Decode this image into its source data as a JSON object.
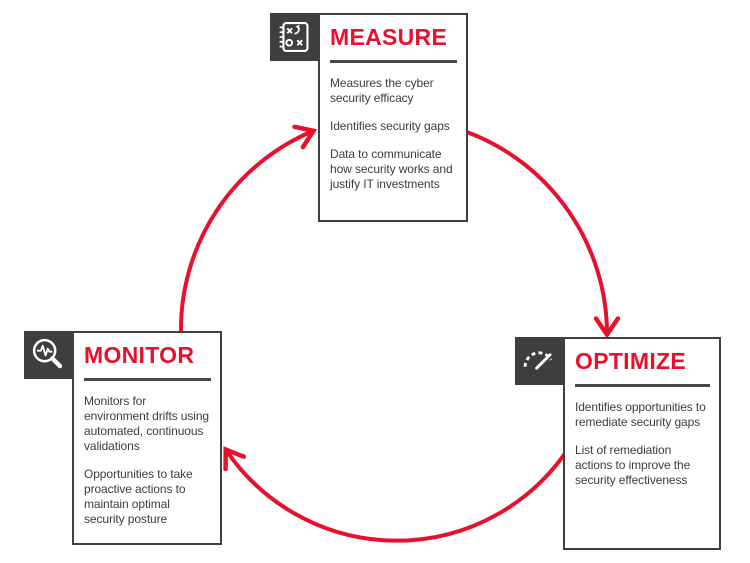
{
  "colors": {
    "accent_red": "#e8112d",
    "icon_background": "#3e3e40",
    "box_border": "#404040",
    "body_text": "#3c3c3c"
  },
  "nodes": {
    "measure": {
      "title": "MEASURE",
      "icon": "strategy-playbook-icon",
      "paragraphs": [
        "Measures the cyber security efficacy",
        "Identifies security gaps",
        "Data to communicate how security works and justify IT investments"
      ]
    },
    "optimize": {
      "title": "OPTIMIZE",
      "icon": "gauge-icon",
      "paragraphs": [
        "Identifies opportunities to remediate security gaps",
        "List of remediation actions to improve the security effectiveness"
      ]
    },
    "monitor": {
      "title": "MONITOR",
      "icon": "magnifier-pulse-icon",
      "paragraphs": [
        "Monitors for environment drifts using automated, continuous validations",
        "Opportunities to take proactive actions to maintain optimal security posture"
      ]
    }
  },
  "cycle": {
    "direction": "clockwise",
    "arrows": [
      {
        "from": "monitor",
        "to": "measure"
      },
      {
        "from": "measure",
        "to": "optimize"
      },
      {
        "from": "optimize",
        "to": "monitor"
      }
    ]
  }
}
